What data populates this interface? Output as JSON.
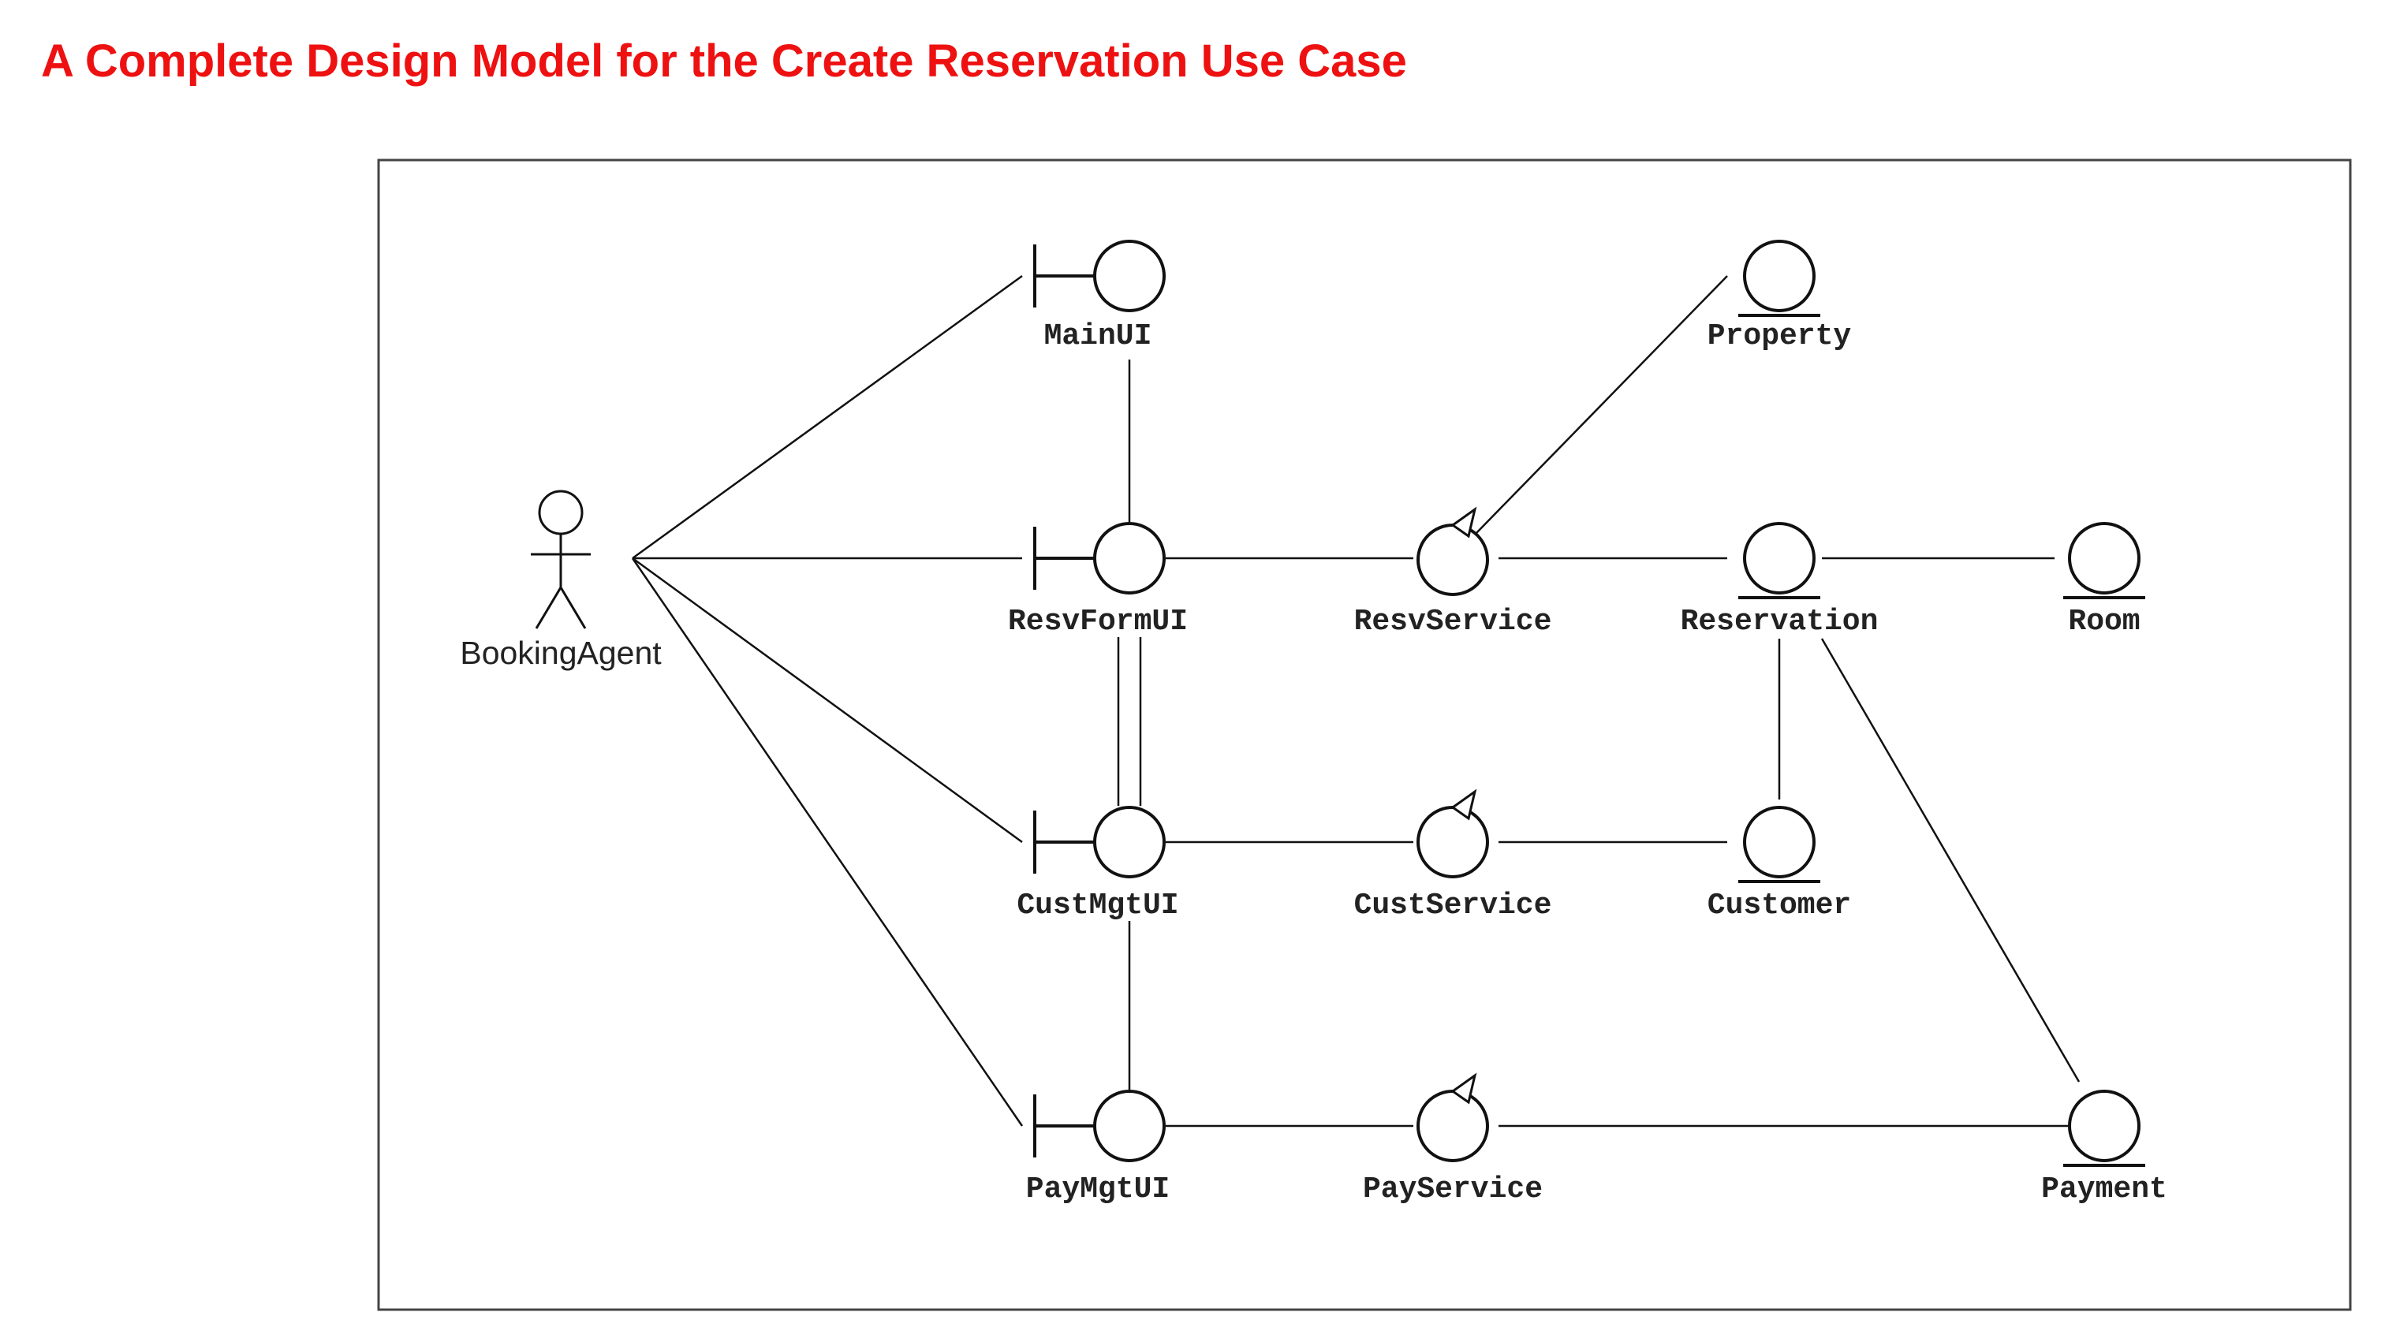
{
  "page": {
    "title": "A Complete Design Model for the Create Reservation Use Case",
    "title_color": "#ee1111"
  },
  "diagram": {
    "actor": {
      "label": "BookingAgent"
    },
    "boundaries": {
      "main_ui": "MainUI",
      "resv_form_ui": "ResvFormUI",
      "cust_mgt_ui": "CustMgtUI",
      "pay_mgt_ui": "PayMgtUI"
    },
    "controls": {
      "resv_service": "ResvService",
      "cust_service": "CustService",
      "pay_service": "PayService"
    },
    "entities": {
      "property": "Property",
      "reservation": "Reservation",
      "room": "Room",
      "customer": "Customer",
      "payment": "Payment"
    }
  }
}
